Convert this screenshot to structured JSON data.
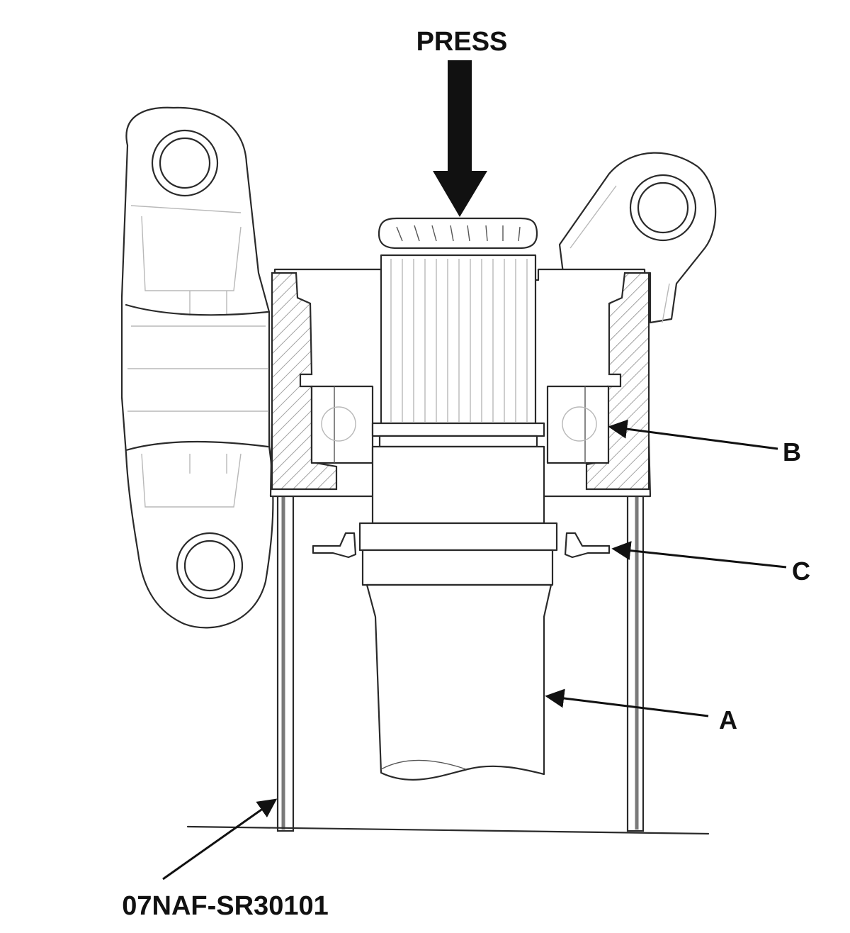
{
  "labels": {
    "press": "PRESS",
    "a": "A",
    "b": "B",
    "c": "C",
    "tool": "07NAF-SR30101"
  },
  "colors": {
    "line": "#2a2a2a",
    "hatch": "#8a8a8a",
    "arrow": "#111111",
    "background": "#ffffff"
  }
}
